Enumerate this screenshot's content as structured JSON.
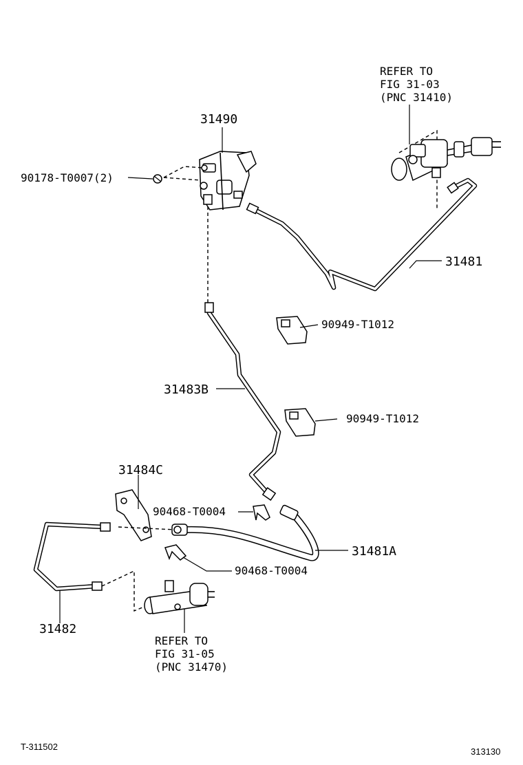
{
  "labels": {
    "refer_top": [
      "REFER TO",
      "FIG 31-03",
      "(PNC 31410)"
    ],
    "part_31490": "31490",
    "part_90178": "90178-T0007(2)",
    "part_31481": "31481",
    "part_90949_a": "90949-T1012",
    "part_31483b": "31483B",
    "part_90949_b": "90949-T1012",
    "part_31484c": "31484C",
    "part_90468_a": "90468-T0004",
    "part_31481a": "31481A",
    "part_90468_b": "90468-T0004",
    "part_31482": "31482",
    "refer_bottom": [
      "REFER TO",
      "FIG 31-05",
      "(PNC 31470)"
    ]
  },
  "footer": {
    "left_code": "T-311502",
    "right_code": "313130"
  }
}
